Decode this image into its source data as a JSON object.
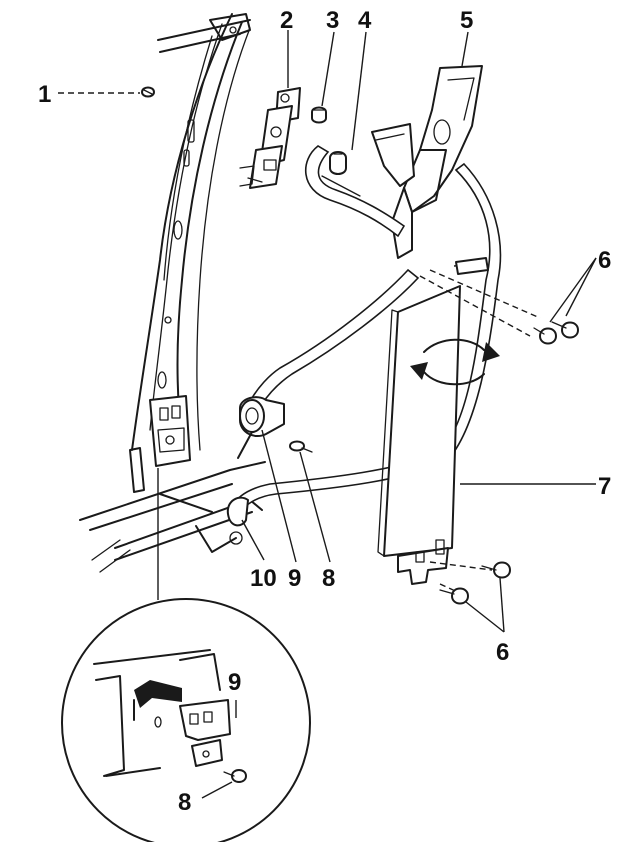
{
  "callouts": {
    "c1": "1",
    "c2": "2",
    "c3": "3",
    "c4": "4",
    "c5": "5",
    "c6_top": "6",
    "c7": "7",
    "c10": "10",
    "c9": "9",
    "c8": "8",
    "c6_bottom": "6",
    "detail_c9": "9",
    "detail_c8": "8"
  }
}
